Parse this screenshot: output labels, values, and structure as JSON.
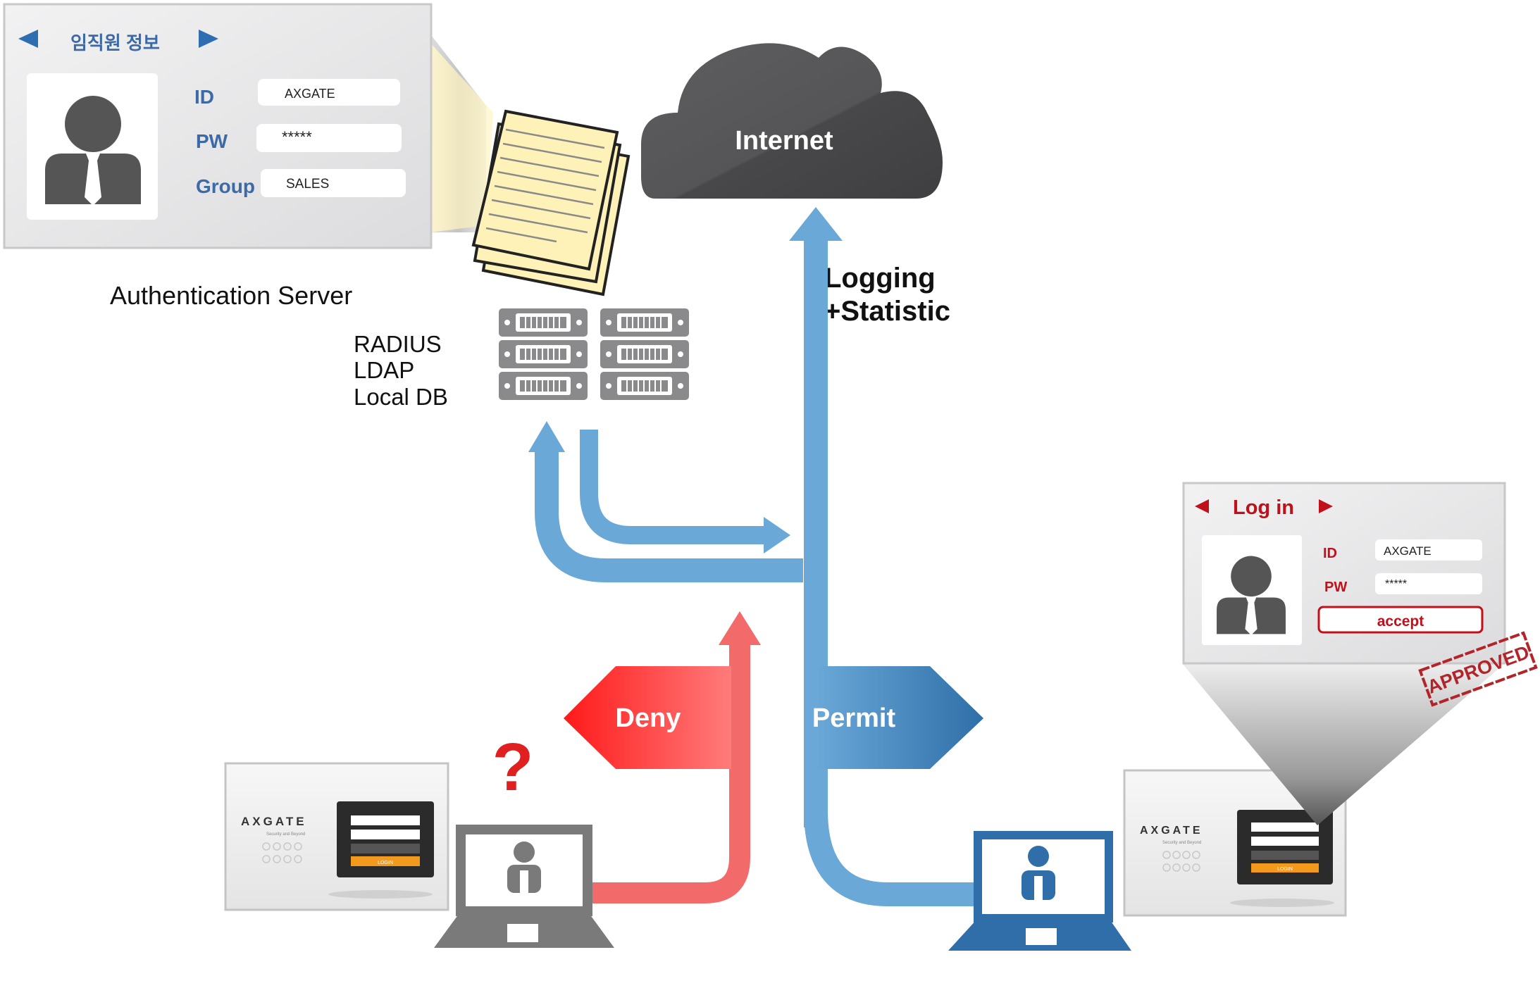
{
  "employee_card": {
    "title": "임직원 정보",
    "id_label": "ID",
    "id_value": "AXGATE",
    "pw_label": "PW",
    "pw_value": "*****",
    "group_label": "Group",
    "group_value": "SALES"
  },
  "auth_server": {
    "label": "Authentication Server",
    "methods": [
      "RADIUS",
      "LDAP",
      "Local DB"
    ]
  },
  "internet": {
    "label": "Internet"
  },
  "logging": {
    "line1": "Logging",
    "line2": "+Statistic"
  },
  "flows": {
    "deny": "Deny",
    "permit": "Permit",
    "question": "?"
  },
  "login_card": {
    "title": "Log in",
    "id_label": "ID",
    "id_value": "AXGATE",
    "pw_label": "PW",
    "pw_value": "*****",
    "button": "accept",
    "stamp": "APPROVED"
  },
  "portal_screens": {
    "brand": "AXGATE",
    "tagline": "Security and Beyond",
    "login_button": "LOGIN"
  },
  "colors": {
    "permit_blue": "#6aa8d8",
    "deny_red": "#f36a6a",
    "text_blue": "#3b6aa6",
    "login_red": "#c0101a",
    "cloud_gray": "#555558"
  }
}
